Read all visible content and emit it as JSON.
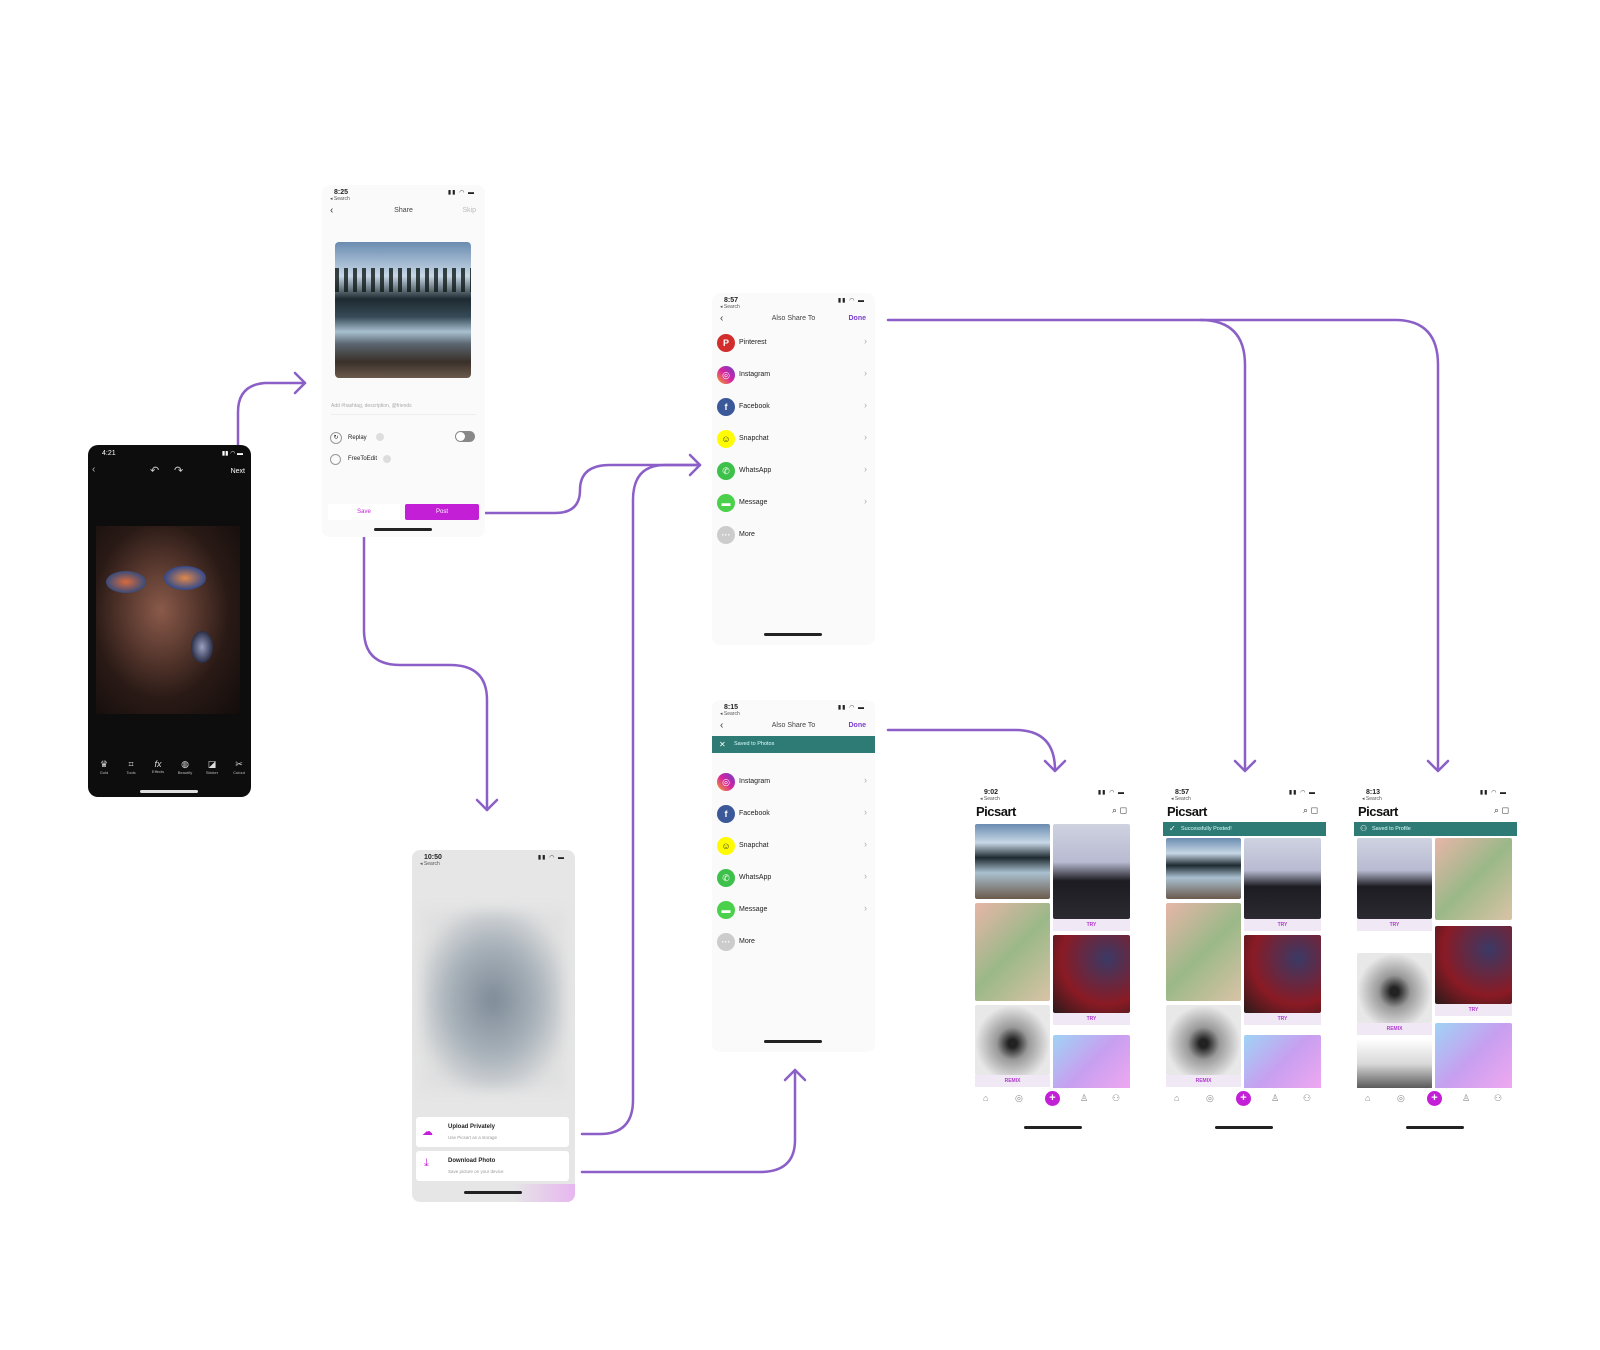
{
  "colors": {
    "accent": "#7a3fd0",
    "magenta": "#c21fd6",
    "arrow": "#8b5fc7",
    "banner": "#2e7a74"
  },
  "editor": {
    "time": "4:21",
    "next_label": "Next",
    "tools": [
      "Gold",
      "Tools",
      "Effects",
      "Beautify",
      "Sticker",
      "Cutout"
    ]
  },
  "share": {
    "time": "8:25",
    "back_label": "◂ Search",
    "title": "Share",
    "skip_label": "Skip",
    "caption_placeholder": "Add #hashtag, description, @friends",
    "replay_label": "Replay",
    "freetoedit_label": "FreeToEdit",
    "save_label": "Save",
    "post_label": "Post"
  },
  "also_share": {
    "time": "8:57",
    "back_label": "◂ Search",
    "title": "Also Share To",
    "done_label": "Done",
    "items": [
      "Pinterest",
      "Instagram",
      "Facebook",
      "Snapchat",
      "WhatsApp",
      "Message",
      "More"
    ]
  },
  "also_share_saved": {
    "time": "8:15",
    "back_label": "◂ Search",
    "title": "Also Share To",
    "done_label": "Done",
    "banner": "Saved to Photos",
    "items": [
      "Instagram",
      "Facebook",
      "Snapchat",
      "WhatsApp",
      "Message",
      "More"
    ]
  },
  "save_sheet": {
    "time": "10:50",
    "back_label": "◂ Search",
    "upload_title": "Upload Privately",
    "upload_sub": "Use Picsart as a storage",
    "download_title": "Download Photo",
    "download_sub": "Save picture on your device"
  },
  "feeds": [
    {
      "time": "9:02",
      "back_label": "◂ Search",
      "brand": "Picsart",
      "banner": "",
      "try": "TRY",
      "remix": "REMIX"
    },
    {
      "time": "8:57",
      "back_label": "◂ Search",
      "brand": "Picsart",
      "banner": "Successfully Posted!",
      "try": "TRY",
      "remix": "REMIX"
    },
    {
      "time": "8:13",
      "back_label": "◂ Search",
      "brand": "Picsart",
      "banner": "Saved to Profile",
      "try": "TRY",
      "remix": "REMIX"
    }
  ]
}
